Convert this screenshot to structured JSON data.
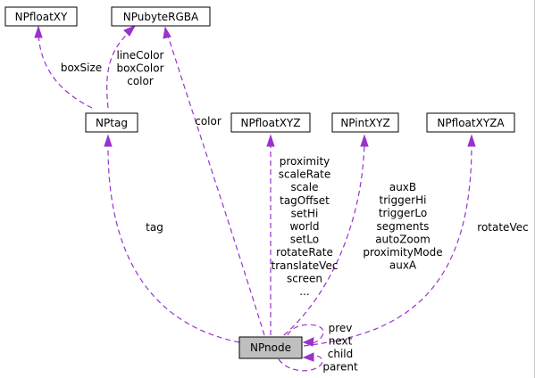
{
  "nodes": {
    "npfloatxy": "NPfloatXY",
    "npubytergba": "NPubyteRGBA",
    "nptag": "NPtag",
    "npfloatxyz": "NPfloatXYZ",
    "npintxyz": "NPintXYZ",
    "npfloatxyza": "NPfloatXYZA",
    "npnode": "NPnode"
  },
  "labels": {
    "boxsize": [
      "boxSize"
    ],
    "rgba_to_tag": [
      "lineColor",
      "boxColor",
      "color"
    ],
    "rgba_to_node": [
      "color"
    ],
    "tag_to_node": [
      "tag"
    ],
    "floatxyz_to_node": [
      "proximity",
      "scaleRate",
      "scale",
      "tagOffset",
      "setHi",
      "world",
      "setLo",
      "rotateRate",
      "translateVec",
      "screen",
      "..."
    ],
    "intxyz_to_node": [
      "auxB",
      "triggerHi",
      "triggerLo",
      "segments",
      "autoZoom",
      "proximityMode",
      "auxA"
    ],
    "floatxyza_to_node": [
      "rotateVec"
    ],
    "self_top": [
      "prev",
      "next"
    ],
    "self_bottom": [
      "child",
      "parent"
    ]
  },
  "colors": {
    "edge": "#9a32cd",
    "highlight_fill": "#bfbfbf"
  }
}
